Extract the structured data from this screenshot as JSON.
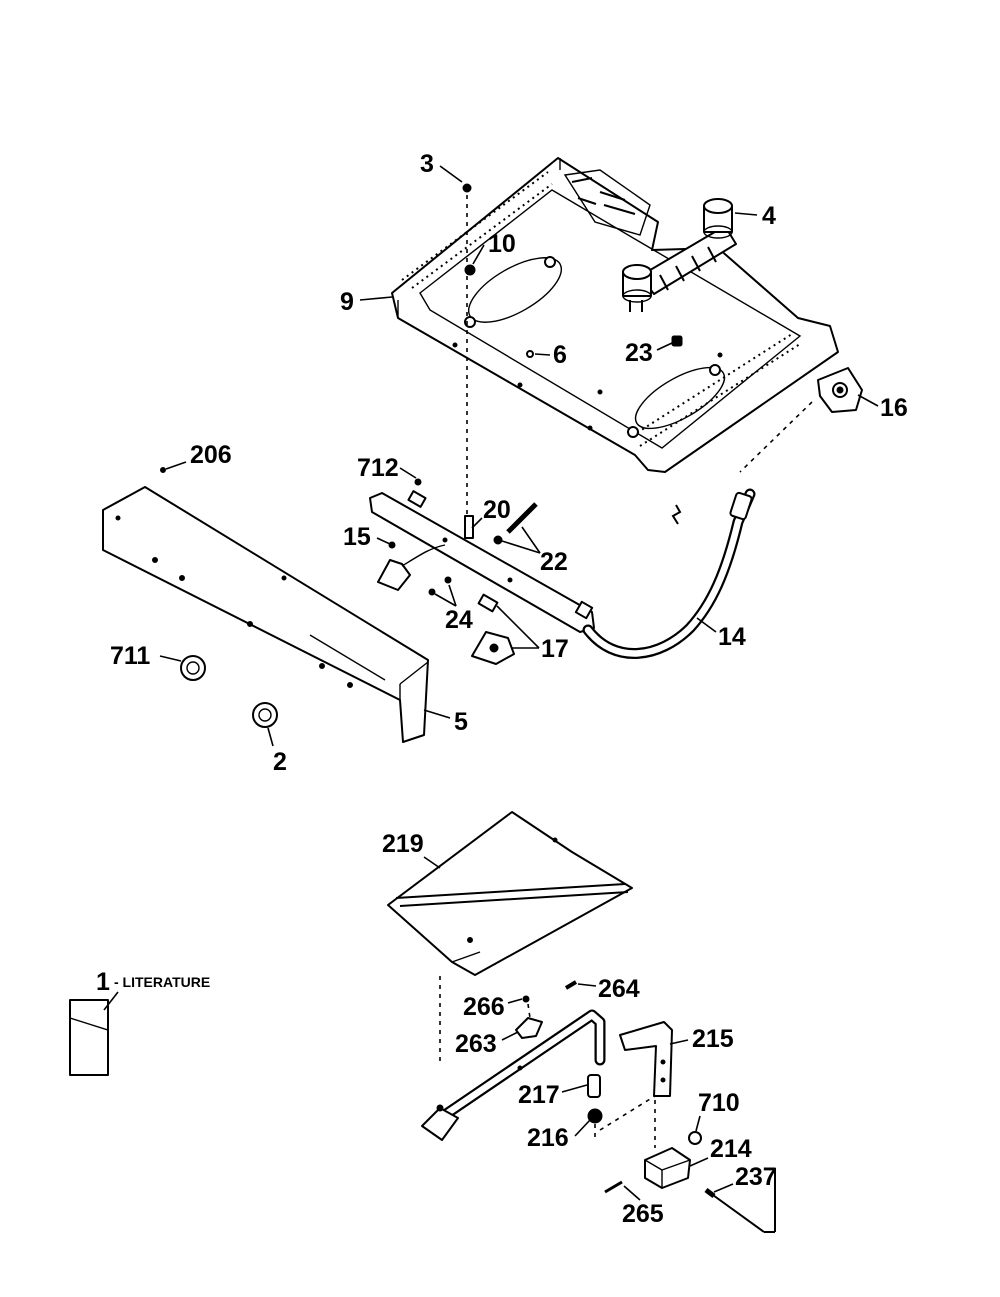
{
  "labels": {
    "p1": "1",
    "literature": "- LITERATURE",
    "p2": "2",
    "p3": "3",
    "p4": "4",
    "p5": "5",
    "p6": "6",
    "p9": "9",
    "p10": "10",
    "p14": "14",
    "p15": "15",
    "p16": "16",
    "p17": "17",
    "p20": "20",
    "p22": "22",
    "p23": "23",
    "p24": "24",
    "p206": "206",
    "p214": "214",
    "p215": "215",
    "p216": "216",
    "p217": "217",
    "p219": "219",
    "p237": "237",
    "p263": "263",
    "p264": "264",
    "p265": "265",
    "p266": "266",
    "p710": "710",
    "p711": "711",
    "p712": "712"
  }
}
